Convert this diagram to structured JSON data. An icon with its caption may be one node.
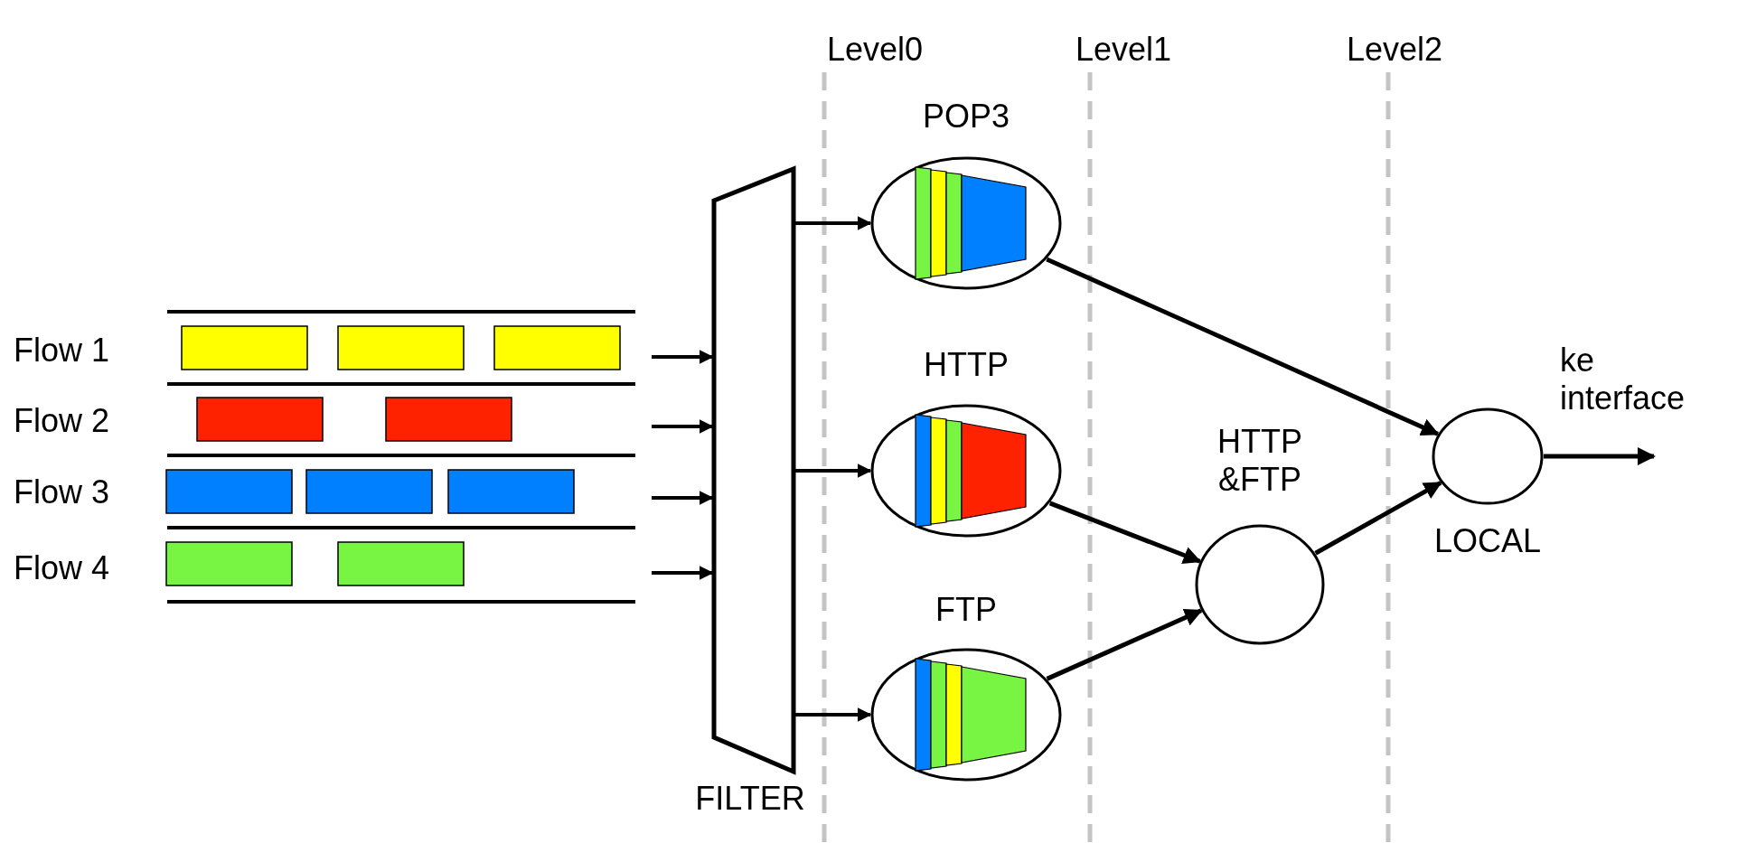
{
  "diagram": {
    "nodes": [
      {
        "text": [
          "FILTER"
        ]
      },
      {
        "text": [
          "POP3"
        ]
      },
      {
        "text": [
          "HTTP"
        ]
      },
      {
        "text": [
          "FTP"
        ]
      },
      {
        "text": [
          "HTTP &FTP"
        ]
      },
      {
        "text": [
          "LOCAL"
        ]
      }
    ],
    "edges": [
      {
        "from": null,
        "to": 0,
        "arrow": "to"
      },
      {
        "from": null,
        "to": 0,
        "arrow": "to"
      },
      {
        "from": null,
        "to": 0,
        "arrow": "to"
      },
      {
        "from": null,
        "to": 0,
        "arrow": "to"
      },
      {
        "from": 0,
        "to": 1,
        "arrow": "to"
      },
      {
        "from": 0,
        "to": 2,
        "arrow": "to"
      },
      {
        "from": 0,
        "to": 3,
        "arrow": "to"
      },
      {
        "from": 1,
        "to": 5,
        "arrow": "to"
      },
      {
        "from": 2,
        "to": 4,
        "arrow": "to"
      },
      {
        "from": 3,
        "to": 4,
        "arrow": "to"
      },
      {
        "from": 4,
        "to": 5,
        "arrow": "to"
      },
      {
        "from": 5,
        "to": null,
        "arrow": "to",
        "label": "ke interface"
      }
    ],
    "labels": [
      "Level0",
      "Level1",
      "Level2",
      "Flow 1",
      "Flow 2",
      "Flow 3",
      "Flow 4"
    ]
  }
}
